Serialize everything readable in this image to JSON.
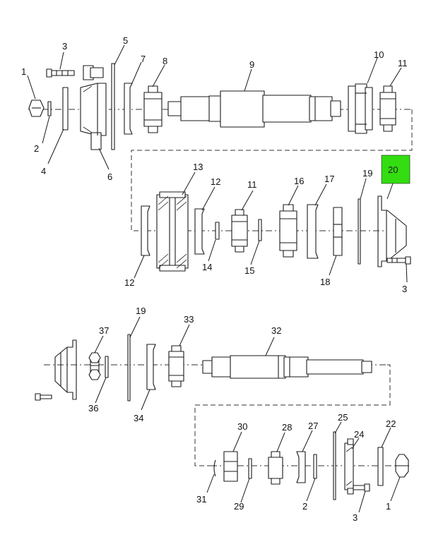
{
  "diagram": {
    "highlight_color": "#33dd11",
    "highlighted_callout": "20",
    "callouts": {
      "top": {
        "c1": "1",
        "c2": "2",
        "c3": "3",
        "c4": "4",
        "c5": "5",
        "c6": "6",
        "c7": "7",
        "c8": "8",
        "c9": "9",
        "c10": "10",
        "c11": "11"
      },
      "middle": {
        "c11": "11",
        "c12a": "12",
        "c12b": "12",
        "c13": "13",
        "c14": "14",
        "c15": "15",
        "c16": "16",
        "c17": "17",
        "c18": "18",
        "c19": "19",
        "c20": "20",
        "c3": "3"
      },
      "lower": {
        "c19": "19",
        "c33": "33",
        "c32": "32",
        "c37": "37",
        "c36": "36",
        "c34": "34"
      },
      "bottom": {
        "c30": "30",
        "c28": "28",
        "c27": "27",
        "c25": "25",
        "c24": "24",
        "c22": "22",
        "c31": "31",
        "c29": "29",
        "c2": "2",
        "c3": "3",
        "c1": "1"
      }
    }
  }
}
